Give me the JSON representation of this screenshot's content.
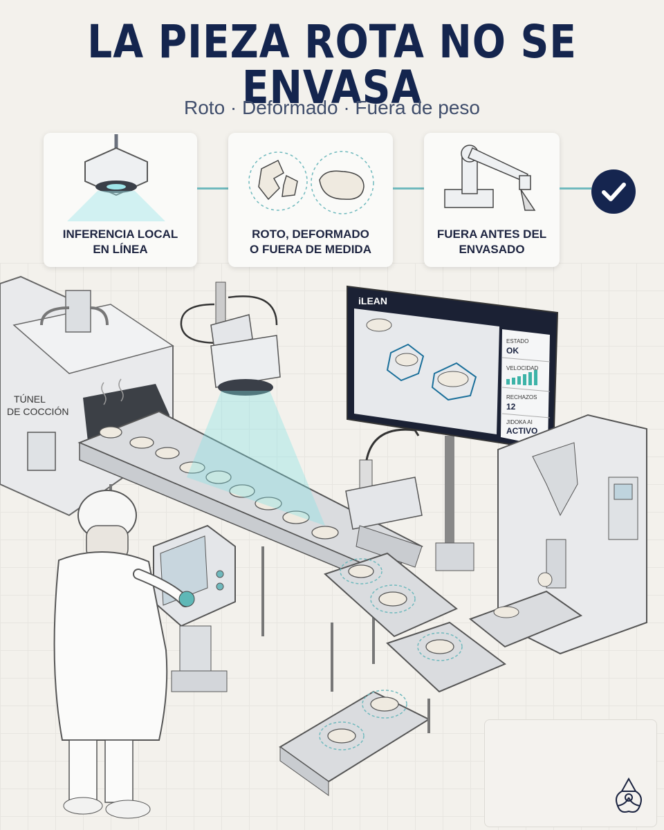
{
  "header": {
    "title": "LA PIEZA ROTA NO SE ENVASA",
    "subtitle": "Roto · Deformado · Fuera de peso"
  },
  "steps": [
    {
      "line1": "INFERENCIA LOCAL",
      "line2": "EN LÍNEA",
      "icon": "camera-icon"
    },
    {
      "line1": "ROTO, DEFORMADO",
      "line2": "O FUERA DE MEDIDA",
      "icon": "broken-piece-icon"
    },
    {
      "line1": "FUERA ANTES DEL",
      "line2": "ENVASADO",
      "icon": "robot-arm-icon"
    }
  ],
  "oven": {
    "label_line1": "TÚNEL",
    "label_line2": "DE COCCIÓN"
  },
  "monitor": {
    "brand": "iLEAN",
    "estado_label": "ESTADO",
    "estado_value": "OK",
    "velocidad_label": "VELOCIDAD",
    "rechazos_label": "RECHAZOS",
    "rechazos_value": "12",
    "jidoka_label": "JIDOKA AI",
    "jidoka_value": "ACTIVO"
  },
  "colors": {
    "navy": "#14254e",
    "teal": "#6fb9bd",
    "cyan_beam": "#7fe3e6",
    "background": "#f3f1ec"
  }
}
